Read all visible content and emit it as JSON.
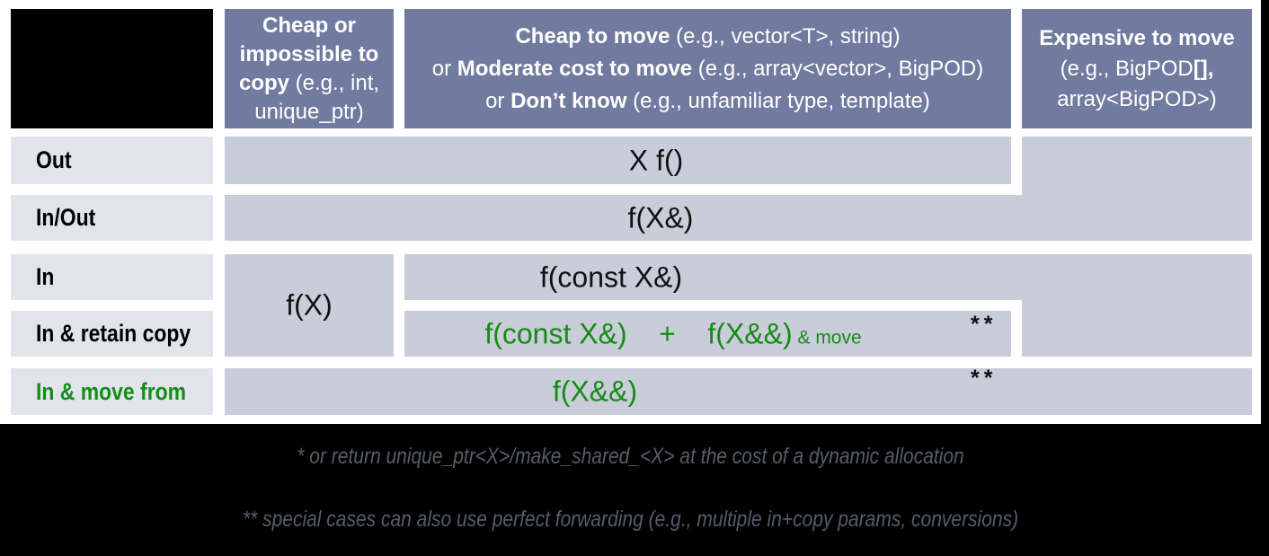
{
  "colors": {
    "header_bg": "#717b9f",
    "cell_bg": "#c9ccd9",
    "label_bg": "#e2e4ec",
    "green": "#168c16",
    "footnote_text": "#575c6a"
  },
  "headers": {
    "col1": {
      "bold": "Cheap or impossible to copy",
      "rest": " (e.g., int, unique_ptr)"
    },
    "col2": {
      "line1_bold": "Cheap to move",
      "line1_rest": " (e.g., vector<T>, string)",
      "line2_pre": "or ",
      "line2_bold": "Moderate cost to move",
      "line2_rest": " (e.g., array<vector>, BigPOD)",
      "line3_pre": "or ",
      "line3_bold": "Don’t know",
      "line3_rest": " (e.g., unfamiliar type, template)"
    },
    "col3": {
      "line1_bold": "Expensive to move",
      "line2_pre": "(e.g., BigPOD",
      "line2_bold": "[],",
      "line3": "array<BigPOD>)"
    }
  },
  "rows": [
    {
      "label": "Out"
    },
    {
      "label": "In/Out"
    },
    {
      "label": "In"
    },
    {
      "label": "In & retain copy"
    },
    {
      "label": "In & move from"
    }
  ],
  "cells": {
    "out_return": "X f()",
    "inout_ref": "f(X&)",
    "in_value": "f(X)",
    "in_const_ref": "f(const X&)",
    "retain_expr": "f(const X&)    +    f(X&&)",
    "retain_suffix": " & move",
    "retain_marker": "**",
    "move_expr": "f(X&&)",
    "move_marker": "**"
  },
  "footnotes": {
    "line1": "* or return unique_ptr<X>/make_shared_<X> at the cost of a dynamic allocation",
    "line2": "** special cases can also use perfect forwarding (e.g., multiple in+copy params, conversions)"
  }
}
